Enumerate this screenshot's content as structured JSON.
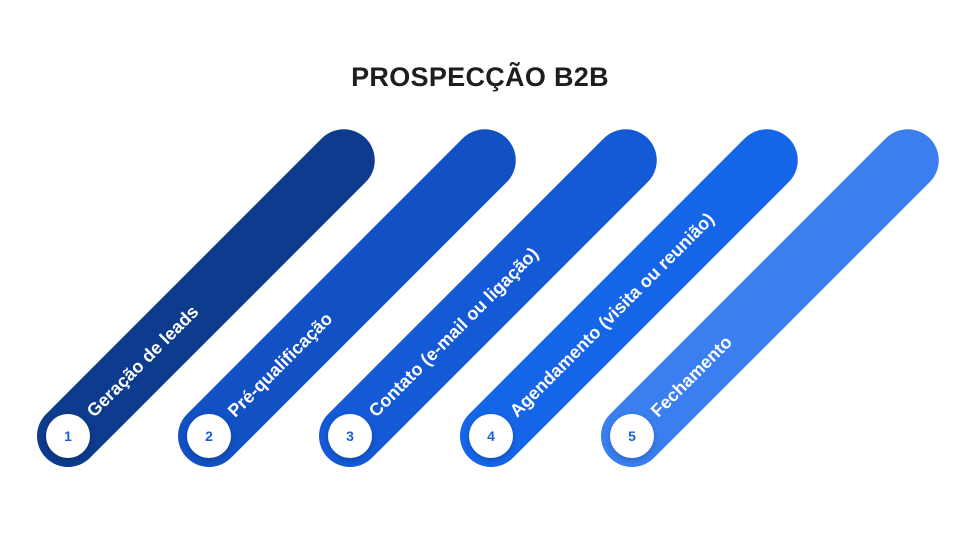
{
  "title": "PROSPECÇÃO B2B",
  "steps": [
    {
      "number": "1",
      "label": "Geração de leads",
      "color": "#0d3b8e"
    },
    {
      "number": "2",
      "label": "Pré-qualificação",
      "color": "#1151c3"
    },
    {
      "number": "3",
      "label": "Contato (e-mail ou ligação)",
      "color": "#145ad6"
    },
    {
      "number": "4",
      "label": "Agendamento (visita ou reunião)",
      "color": "#1565e8"
    },
    {
      "number": "5",
      "label": "Fechamento",
      "color": "#3a7ef0"
    }
  ]
}
